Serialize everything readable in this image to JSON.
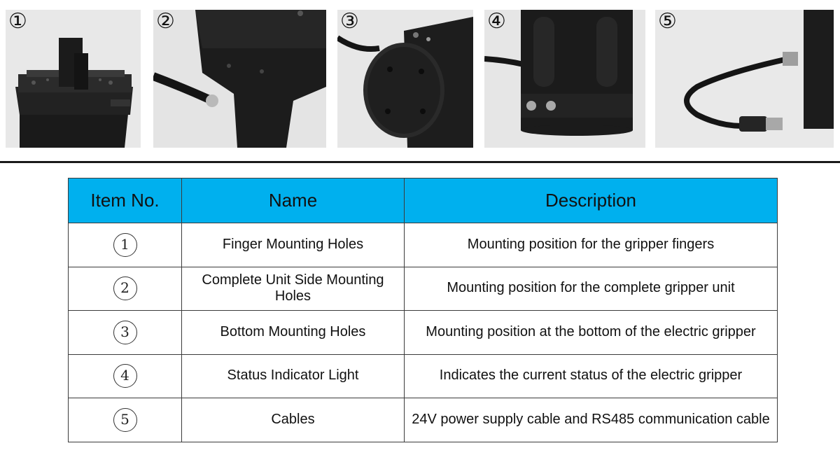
{
  "photos": [
    {
      "number": "①"
    },
    {
      "number": "②"
    },
    {
      "number": "③"
    },
    {
      "number": "④"
    },
    {
      "number": "⑤"
    }
  ],
  "table": {
    "headers": [
      "Item No.",
      "Name",
      "Description"
    ],
    "rows": [
      {
        "item": "1",
        "name": "Finger Mounting Holes",
        "description": "Mounting position for the gripper fingers"
      },
      {
        "item": "2",
        "name": "Complete Unit Side Mounting Holes",
        "description": "Mounting position for the complete gripper unit"
      },
      {
        "item": "3",
        "name": "Bottom Mounting Holes",
        "description": "Mounting position at the bottom of the electric gripper"
      },
      {
        "item": "4",
        "name": "Status Indicator Light",
        "description": "Indicates the current status of the electric gripper"
      },
      {
        "item": "5",
        "name": "Cables",
        "description": "24V power supply cable and RS485 communication cable"
      }
    ]
  },
  "colors": {
    "header_bg": "#00b0ee",
    "border": "#3b3b3b",
    "divider": "#1a1a1a"
  }
}
